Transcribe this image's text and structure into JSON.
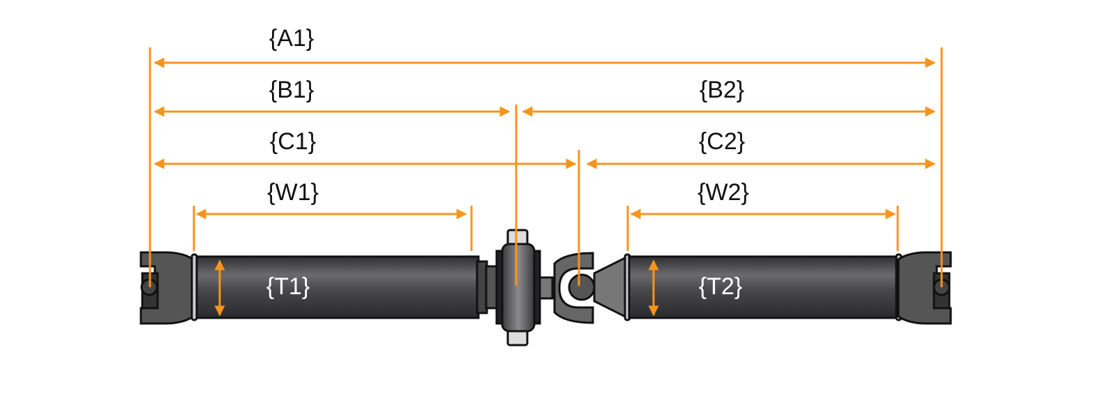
{
  "labels": {
    "A1": "{A1}",
    "B1": "{B1}",
    "B2": "{B2}",
    "C1": "{C1}",
    "C2": "{C2}",
    "W1": "{W1}",
    "W2": "{W2}",
    "T1": "{T1}",
    "T2": "{T2}"
  },
  "colors": {
    "dimension": "#f7941d",
    "shaft": "#4a4a4c",
    "outline": "#111111"
  }
}
